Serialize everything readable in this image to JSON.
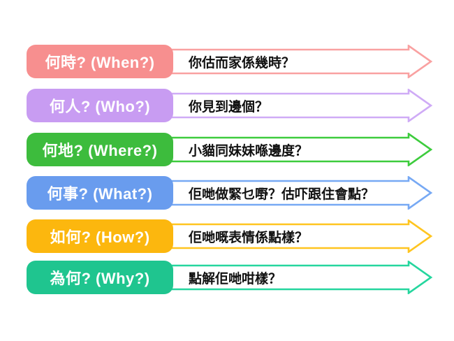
{
  "background_color": "#ffffff",
  "rows": [
    {
      "label": "何時? (When?)",
      "question": "你估而家係幾時？",
      "label_color": "#f78f8f",
      "arrow_color": "#f9a1a1"
    },
    {
      "label": "何人? (Who?)",
      "question": "你見到邊個？",
      "label_color": "#c89cf2",
      "arrow_color": "#cfabf6"
    },
    {
      "label": "何地? (Where?)",
      "question": "小貓同妹妹喺邊度？",
      "label_color": "#3dbc3d",
      "arrow_color": "#3dcc3d"
    },
    {
      "label": "何事? (What?)",
      "question": "佢哋做緊乜嘢？估吓跟住會點？",
      "label_color": "#699cee",
      "arrow_color": "#77a9f4"
    },
    {
      "label": "如何? (How?)",
      "question": "佢哋嘅表情係點樣？",
      "label_color": "#fcb70e",
      "arrow_color": "#ffc520"
    },
    {
      "label": "為何? (Why?)",
      "question": "點解佢哋咁樣？",
      "label_color": "#1fc58f",
      "arrow_color": "#25d69e"
    }
  ]
}
